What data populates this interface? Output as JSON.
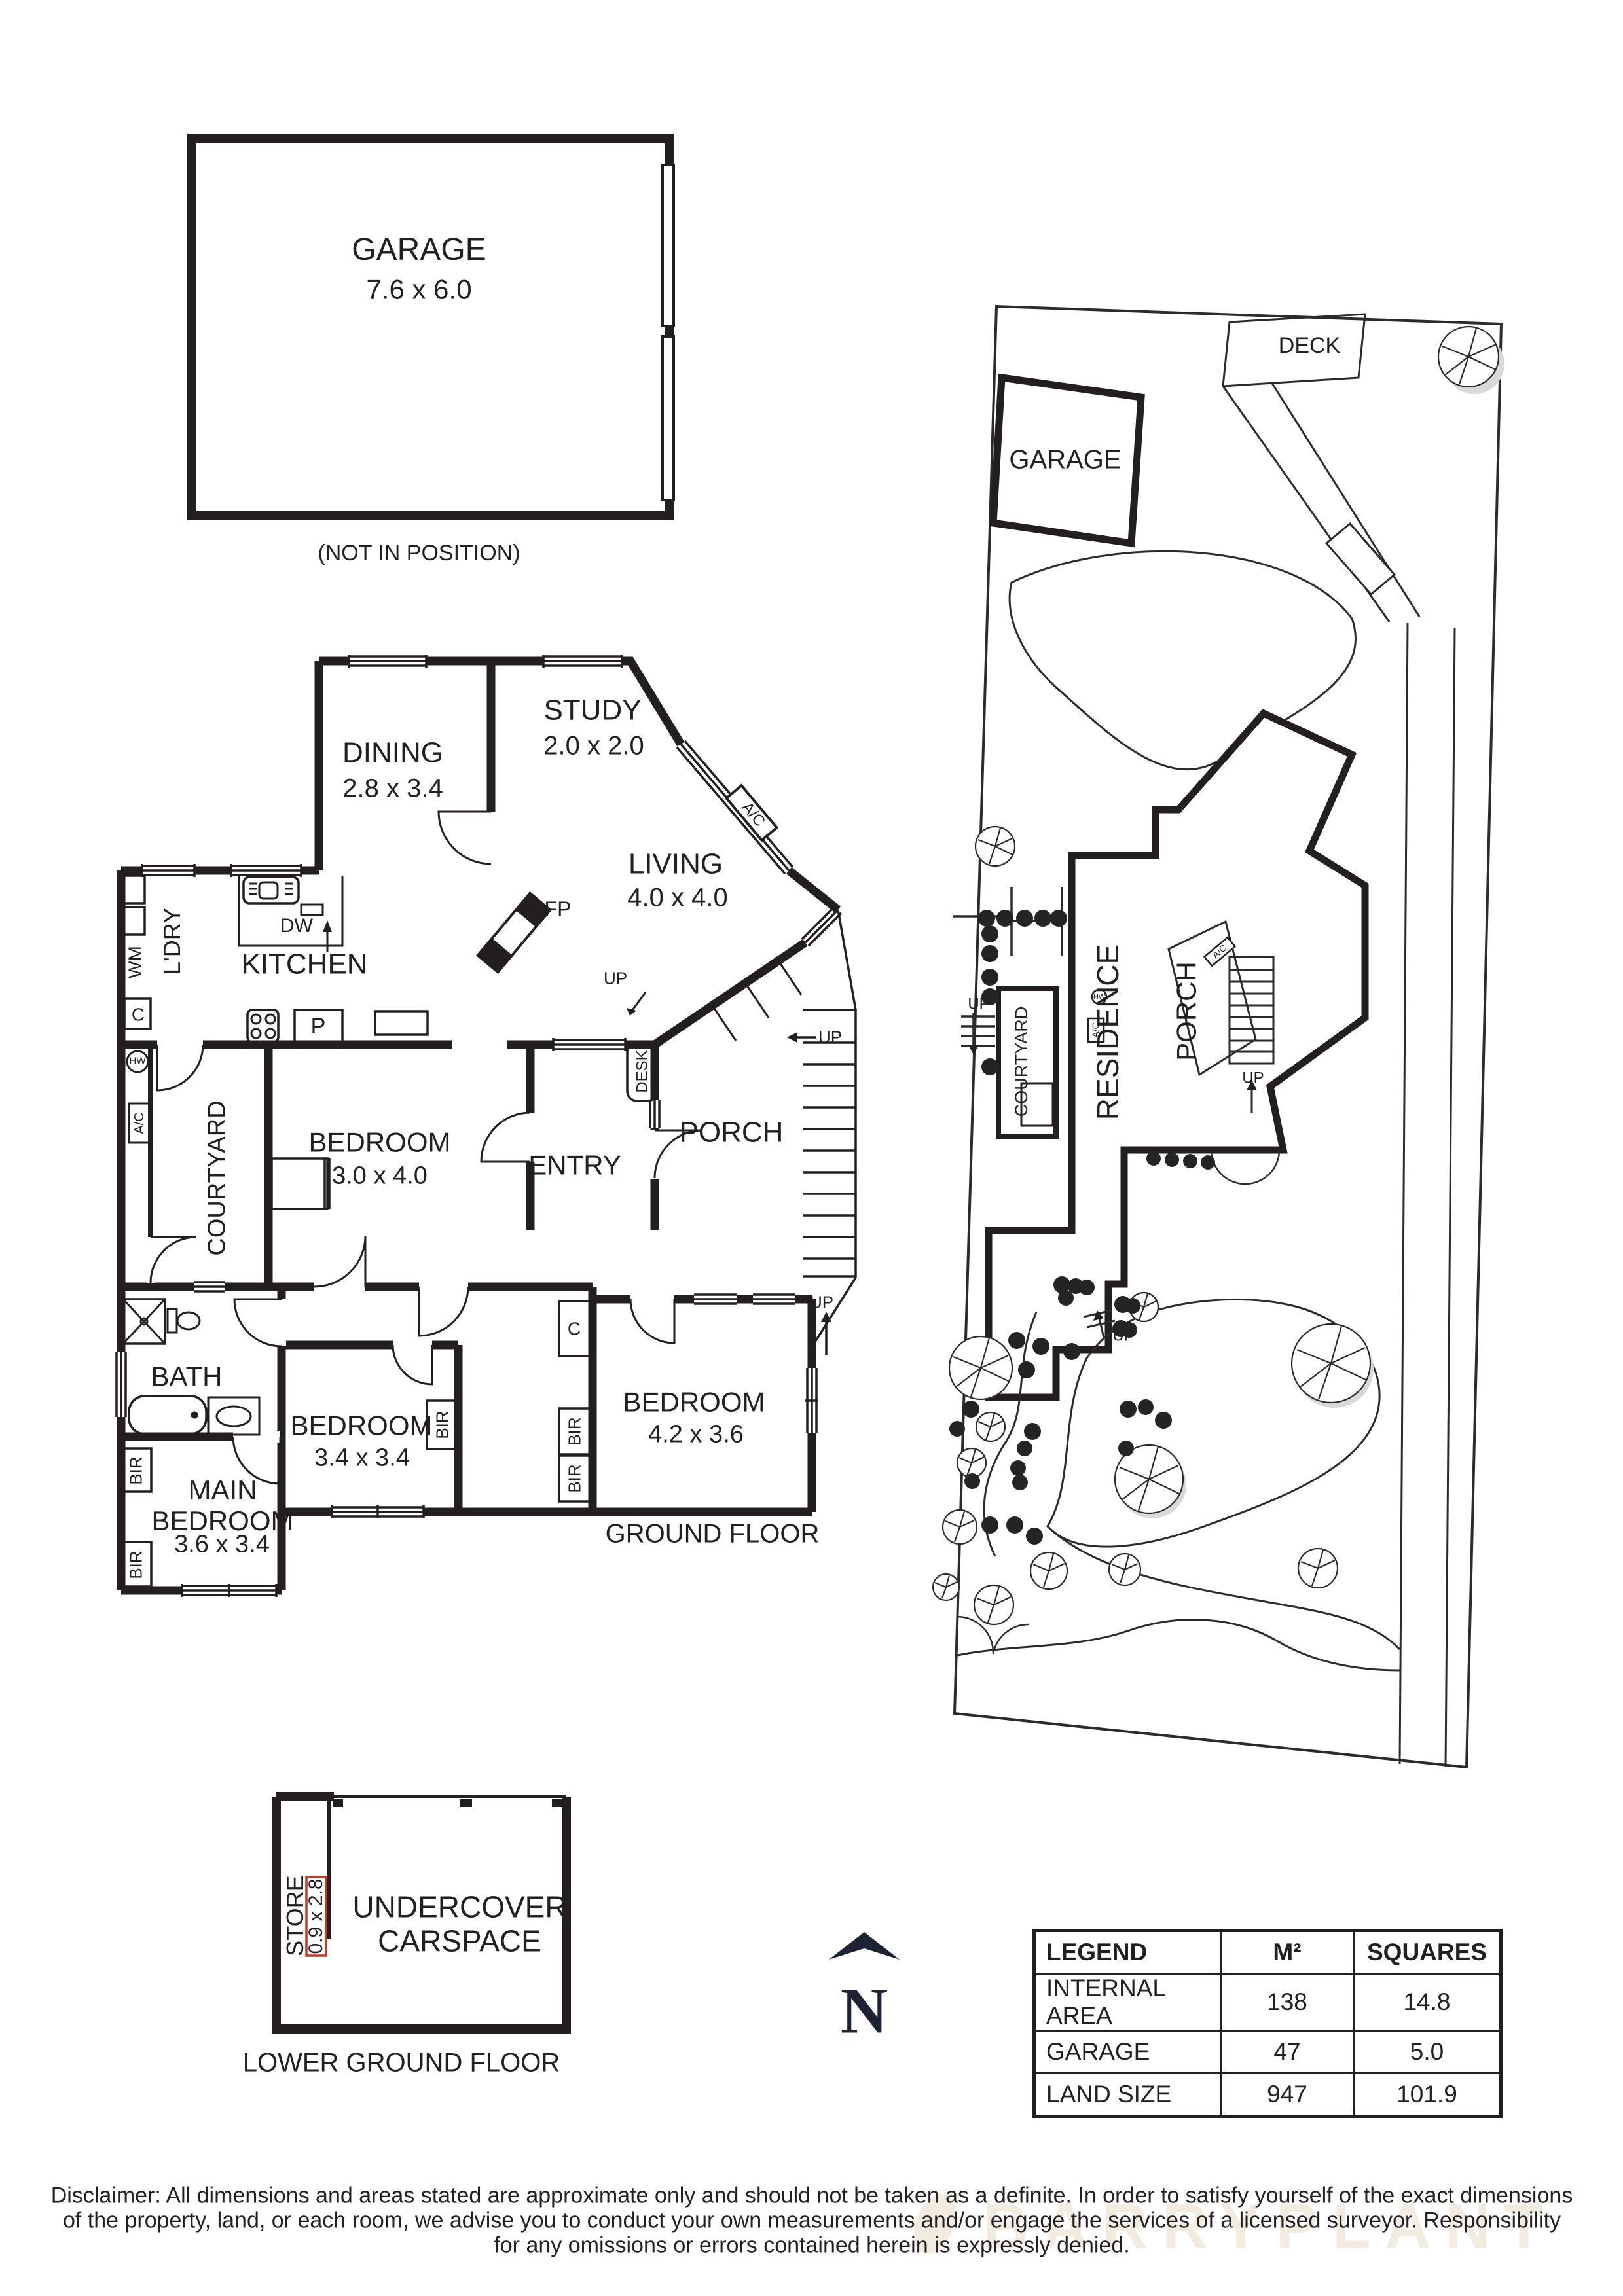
{
  "garage_plan": {
    "room": "GARAGE",
    "dims": "7.6 x 6.0",
    "note": "(NOT IN POSITION)"
  },
  "ground_floor": {
    "title": "GROUND FLOOR",
    "rooms": {
      "dining": {
        "name": "DINING",
        "dims": "2.8 x 3.4"
      },
      "study": {
        "name": "STUDY",
        "dims": "2.0 x 2.0"
      },
      "living": {
        "name": "LIVING",
        "dims": "4.0 x 4.0"
      },
      "kitchen": {
        "name": "KITCHEN"
      },
      "laundry": {
        "name": "L'DRY"
      },
      "courtyard": {
        "name": "COURTYARD"
      },
      "bedroom1": {
        "name": "BEDROOM",
        "dims": "3.0 x 4.0"
      },
      "entry": {
        "name": "ENTRY"
      },
      "porch": {
        "name": "PORCH"
      },
      "bath": {
        "name": "BATH"
      },
      "bedroom2": {
        "name": "BEDROOM",
        "dims": "3.4 x 3.4"
      },
      "bedroom3": {
        "name": "BEDROOM",
        "dims": "4.2 x 3.6"
      },
      "main_bedroom": {
        "name": "MAIN BEDROOM",
        "dims": "3.6 x 3.4"
      }
    },
    "labels": {
      "dw": "DW",
      "wm": "WM",
      "cupboard": "C",
      "hot_water": "HW",
      "ac": "A/C",
      "fireplace": "FP",
      "pantry": "P",
      "desk": "DESK",
      "up": "UP",
      "bir": "BIR"
    }
  },
  "site_plan": {
    "garage": "GARAGE",
    "deck": "DECK",
    "residence": "RESIDENCE",
    "porch": "PORCH",
    "courtyard": "COURTYARD",
    "hot_water": "HW",
    "ac": "A/C",
    "up": "UP"
  },
  "lower_ground": {
    "title": "LOWER GROUND FLOOR",
    "carspace": "UNDERCOVER CARSPACE",
    "store": "STORE",
    "store_dims": "0.9 x 2.8"
  },
  "north": {
    "letter": "N"
  },
  "legend": {
    "headers": [
      "LEGEND",
      "M²",
      "SQUARES"
    ],
    "rows": [
      [
        "INTERNAL AREA",
        "138",
        "14.8"
      ],
      [
        "GARAGE",
        "47",
        "5.0"
      ],
      [
        "LAND SIZE",
        "947",
        "101.9"
      ]
    ]
  },
  "disclaimer": {
    "line1": "Disclaimer: All dimensions and areas stated are approximate only and should not be taken as a definite. In order to satisfy yourself of the exact dimensions",
    "line2": "of the property, land, or each room, we advise you to conduct your own measurements and/or engage the services of a licensed surveyor. Responsibility",
    "line3": "for any omissions or errors contained herein is expressly denied."
  },
  "watermark": "BARRYPLANT"
}
